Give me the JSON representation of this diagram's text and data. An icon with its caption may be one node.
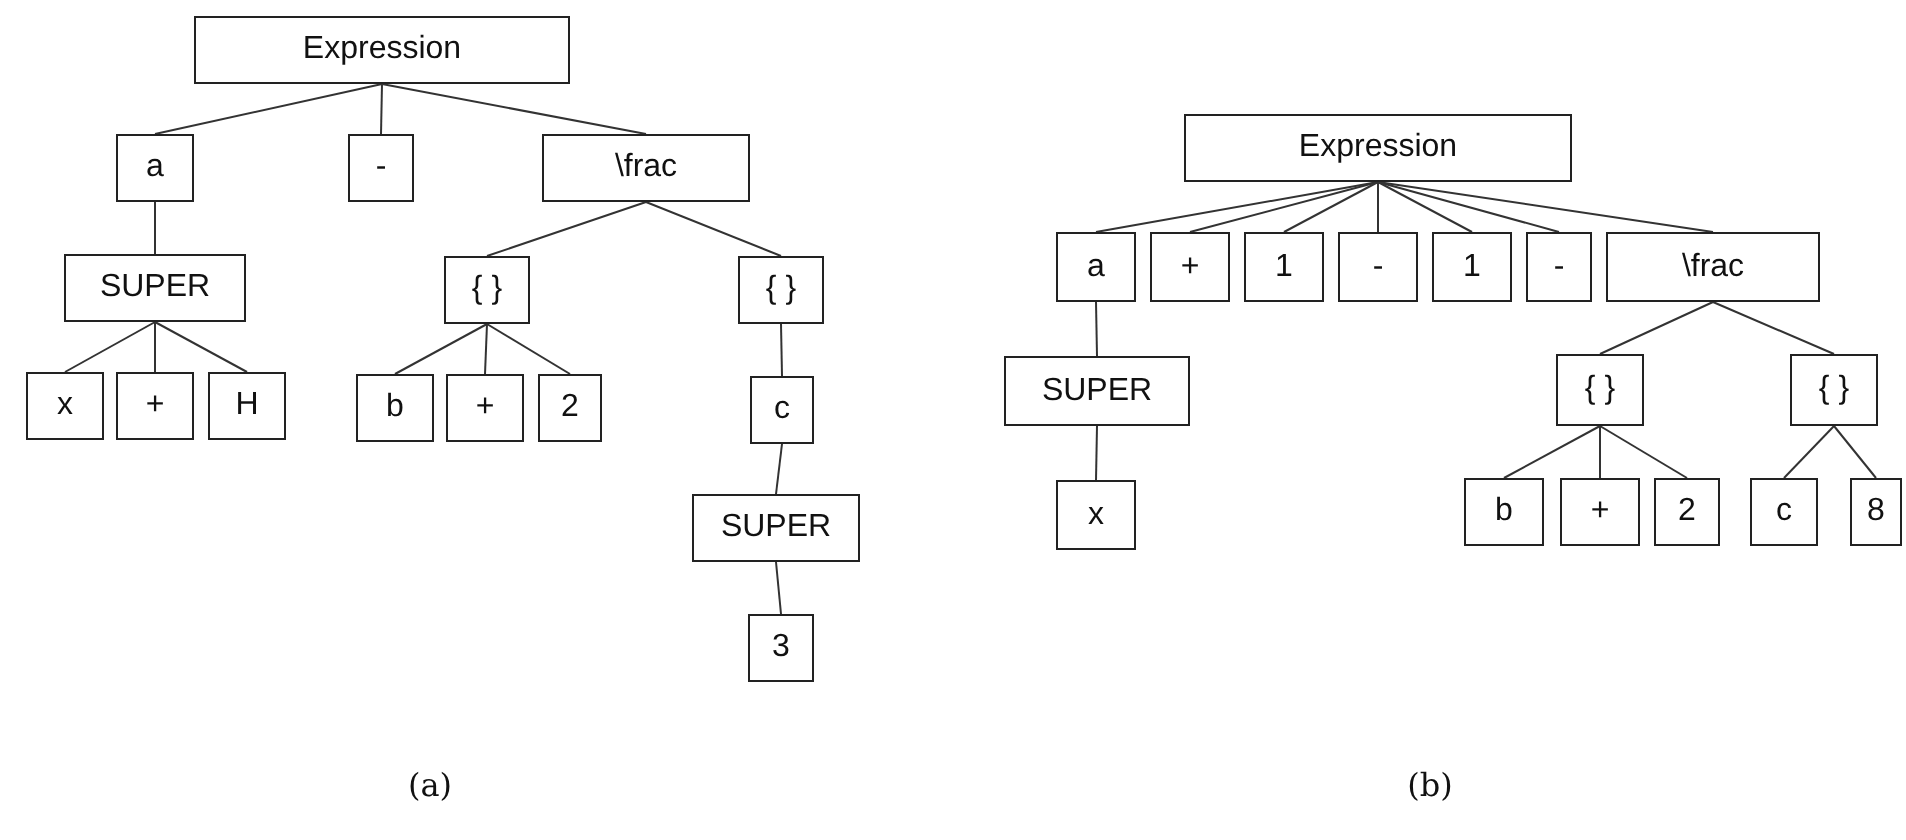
{
  "diagram": {
    "nodes": [
      {
        "text": [
          "Expression"
        ]
      },
      {
        "text": [
          "a"
        ]
      },
      {
        "text": [
          "-"
        ]
      },
      {
        "text": [
          "\\frac"
        ]
      },
      {
        "text": [
          "SUPER"
        ]
      },
      {
        "text": [
          "{ }"
        ]
      },
      {
        "text": [
          "{ }"
        ]
      },
      {
        "text": [
          "x"
        ]
      },
      {
        "text": [
          "+"
        ]
      },
      {
        "text": [
          "H"
        ]
      },
      {
        "text": [
          "b"
        ]
      },
      {
        "text": [
          "+"
        ]
      },
      {
        "text": [
          "2"
        ]
      },
      {
        "text": [
          "c"
        ]
      },
      {
        "text": [
          "SUPER"
        ]
      },
      {
        "text": [
          "3"
        ]
      },
      {
        "text": [
          "Expression"
        ]
      },
      {
        "text": [
          "a"
        ]
      },
      {
        "text": [
          "+"
        ]
      },
      {
        "text": [
          "1"
        ]
      },
      {
        "text": [
          "-"
        ]
      },
      {
        "text": [
          "1"
        ]
      },
      {
        "text": [
          "-"
        ]
      },
      {
        "text": [
          "\\frac"
        ]
      },
      {
        "text": [
          "SUPER"
        ]
      },
      {
        "text": [
          "{ }"
        ]
      },
      {
        "text": [
          "{ }"
        ]
      },
      {
        "text": [
          "x"
        ]
      },
      {
        "text": [
          "b"
        ]
      },
      {
        "text": [
          "+"
        ]
      },
      {
        "text": [
          "2"
        ]
      },
      {
        "text": [
          "c"
        ]
      },
      {
        "text": [
          "8"
        ]
      }
    ],
    "edges": [
      {
        "from": 0,
        "to": 1,
        "arrow": "none"
      },
      {
        "from": 0,
        "to": 2,
        "arrow": "none"
      },
      {
        "from": 0,
        "to": 3,
        "arrow": "none"
      },
      {
        "from": 1,
        "to": 4,
        "arrow": "none"
      },
      {
        "from": 3,
        "to": 5,
        "arrow": "none"
      },
      {
        "from": 3,
        "to": 6,
        "arrow": "none"
      },
      {
        "from": 4,
        "to": 7,
        "arrow": "none"
      },
      {
        "from": 4,
        "to": 8,
        "arrow": "none"
      },
      {
        "from": 4,
        "to": 9,
        "arrow": "none"
      },
      {
        "from": 5,
        "to": 10,
        "arrow": "none"
      },
      {
        "from": 5,
        "to": 11,
        "arrow": "none"
      },
      {
        "from": 5,
        "to": 12,
        "arrow": "none"
      },
      {
        "from": 6,
        "to": 13,
        "arrow": "none"
      },
      {
        "from": 13,
        "to": 14,
        "arrow": "none"
      },
      {
        "from": 14,
        "to": 15,
        "arrow": "none"
      },
      {
        "from": 16,
        "to": 17,
        "arrow": "none"
      },
      {
        "from": 16,
        "to": 18,
        "arrow": "none"
      },
      {
        "from": 16,
        "to": 19,
        "arrow": "none"
      },
      {
        "from": 16,
        "to": 20,
        "arrow": "none"
      },
      {
        "from": 16,
        "to": 21,
        "arrow": "none"
      },
      {
        "from": 16,
        "to": 22,
        "arrow": "none"
      },
      {
        "from": 16,
        "to": 23,
        "arrow": "none"
      },
      {
        "from": 17,
        "to": 24,
        "arrow": "none"
      },
      {
        "from": 23,
        "to": 25,
        "arrow": "none"
      },
      {
        "from": 23,
        "to": 26,
        "arrow": "none"
      },
      {
        "from": 24,
        "to": 27,
        "arrow": "none"
      },
      {
        "from": 25,
        "to": 28,
        "arrow": "none"
      },
      {
        "from": 25,
        "to": 29,
        "arrow": "none"
      },
      {
        "from": 25,
        "to": 30,
        "arrow": "none"
      },
      {
        "from": 26,
        "to": 31,
        "arrow": "none"
      },
      {
        "from": 26,
        "to": 32,
        "arrow": "none"
      }
    ],
    "labels": [
      "(a)",
      "(b)"
    ]
  }
}
